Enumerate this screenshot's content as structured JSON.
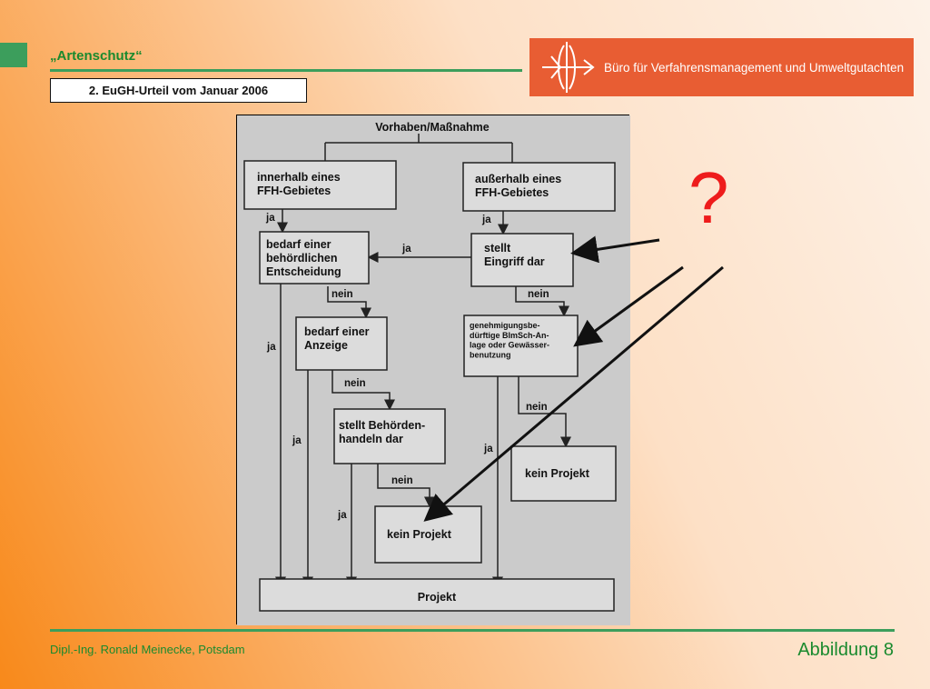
{
  "header": {
    "title": "„Artenschutz“",
    "subtitle": "2. EuGH-Urteil vom Januar 2006"
  },
  "logo": {
    "text": "Büro für Verfahrensmanagement und Umweltgutachten",
    "mark_icon": "arrow-cross-logo-icon",
    "background_color": "#e85d33"
  },
  "flowchart": {
    "root": "Vorhaben/Maßnahme",
    "inside_ffh": "innerhalb eines\nFFH-Gebietes",
    "outside_ffh": "außerhalb eines\nFFH-Gebietes",
    "needs_decision": "bedarf einer\nbehördlichen\nEntscheidung",
    "needs_notice": "bedarf einer\nAnzeige",
    "authority_action": "stellt Behörden-\nhandeln dar",
    "no_project_left": "kein Projekt",
    "intervention": "stellt\nEingriff dar",
    "permit_required": "genehmigungsbe-\ndürftige BImSch-An-\nlage oder Gewässer-\nbenutzung",
    "no_project_right": "kein Projekt",
    "project": "Projekt",
    "edges": {
      "ja": "ja",
      "nein": "nein"
    }
  },
  "annotation": {
    "question_mark": "?",
    "color": "#ee1c1c"
  },
  "footer": {
    "author": "Dipl.-Ing. Ronald Meinecke, Potsdam",
    "figure": "Abbildung 8"
  },
  "colors": {
    "accent_green": "#3c9e5c",
    "title_green": "#1a8a2e"
  }
}
